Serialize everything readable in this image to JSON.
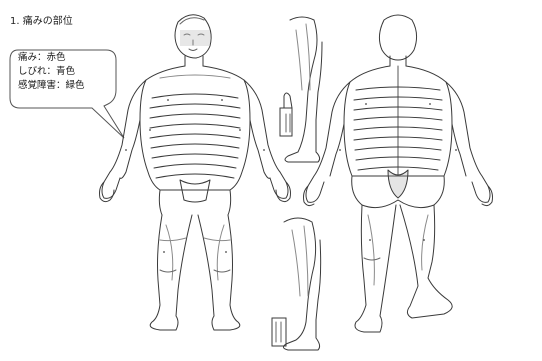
{
  "heading": "1. 痛みの部位",
  "legend": {
    "lines": [
      "痛み：赤色",
      "しびれ：青色",
      "感覚障害：緑色"
    ]
  },
  "figures": [
    {
      "name": "front-body-figure"
    },
    {
      "name": "back-body-figure"
    },
    {
      "name": "upper-leg-lateral-figure"
    },
    {
      "name": "lower-leg-lateral-figure"
    }
  ],
  "colors": {
    "line": "#3a3a3a",
    "band": "#8a8a8a",
    "callout": "#555555",
    "paper": "#ffffff"
  }
}
